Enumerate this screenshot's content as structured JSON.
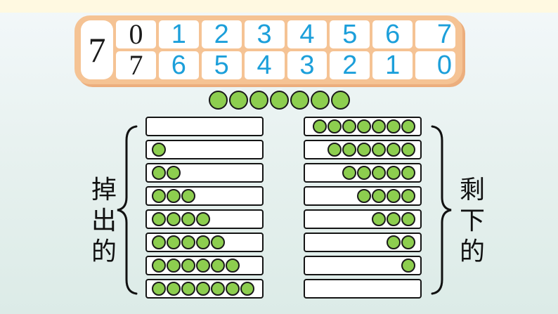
{
  "title_table": {
    "total": "7",
    "parts_top": [
      "0",
      "1",
      "2",
      "3",
      "4",
      "5",
      "6",
      "7"
    ],
    "parts_bottom": [
      "7",
      "6",
      "5",
      "4",
      "3",
      "2",
      "1",
      "0"
    ]
  },
  "dots_row": {
    "count": 7
  },
  "groups": {
    "left_label": "掉出的",
    "right_label": "剩下的",
    "left_box_dot_counts": [
      0,
      1,
      2,
      3,
      4,
      5,
      6,
      7
    ],
    "right_box_dot_counts": [
      7,
      6,
      5,
      4,
      3,
      2,
      1,
      0
    ]
  },
  "colors": {
    "dot_fill": "#8DCE4F",
    "dot_stroke": "#1A1A1A",
    "blue_digit": "#1C9FDA",
    "black_digit": "#1A1A1A",
    "table_frame": "#F5C394",
    "table_frame_shadow": "#ECAE7D",
    "top_strip": "#FFF9E1"
  }
}
